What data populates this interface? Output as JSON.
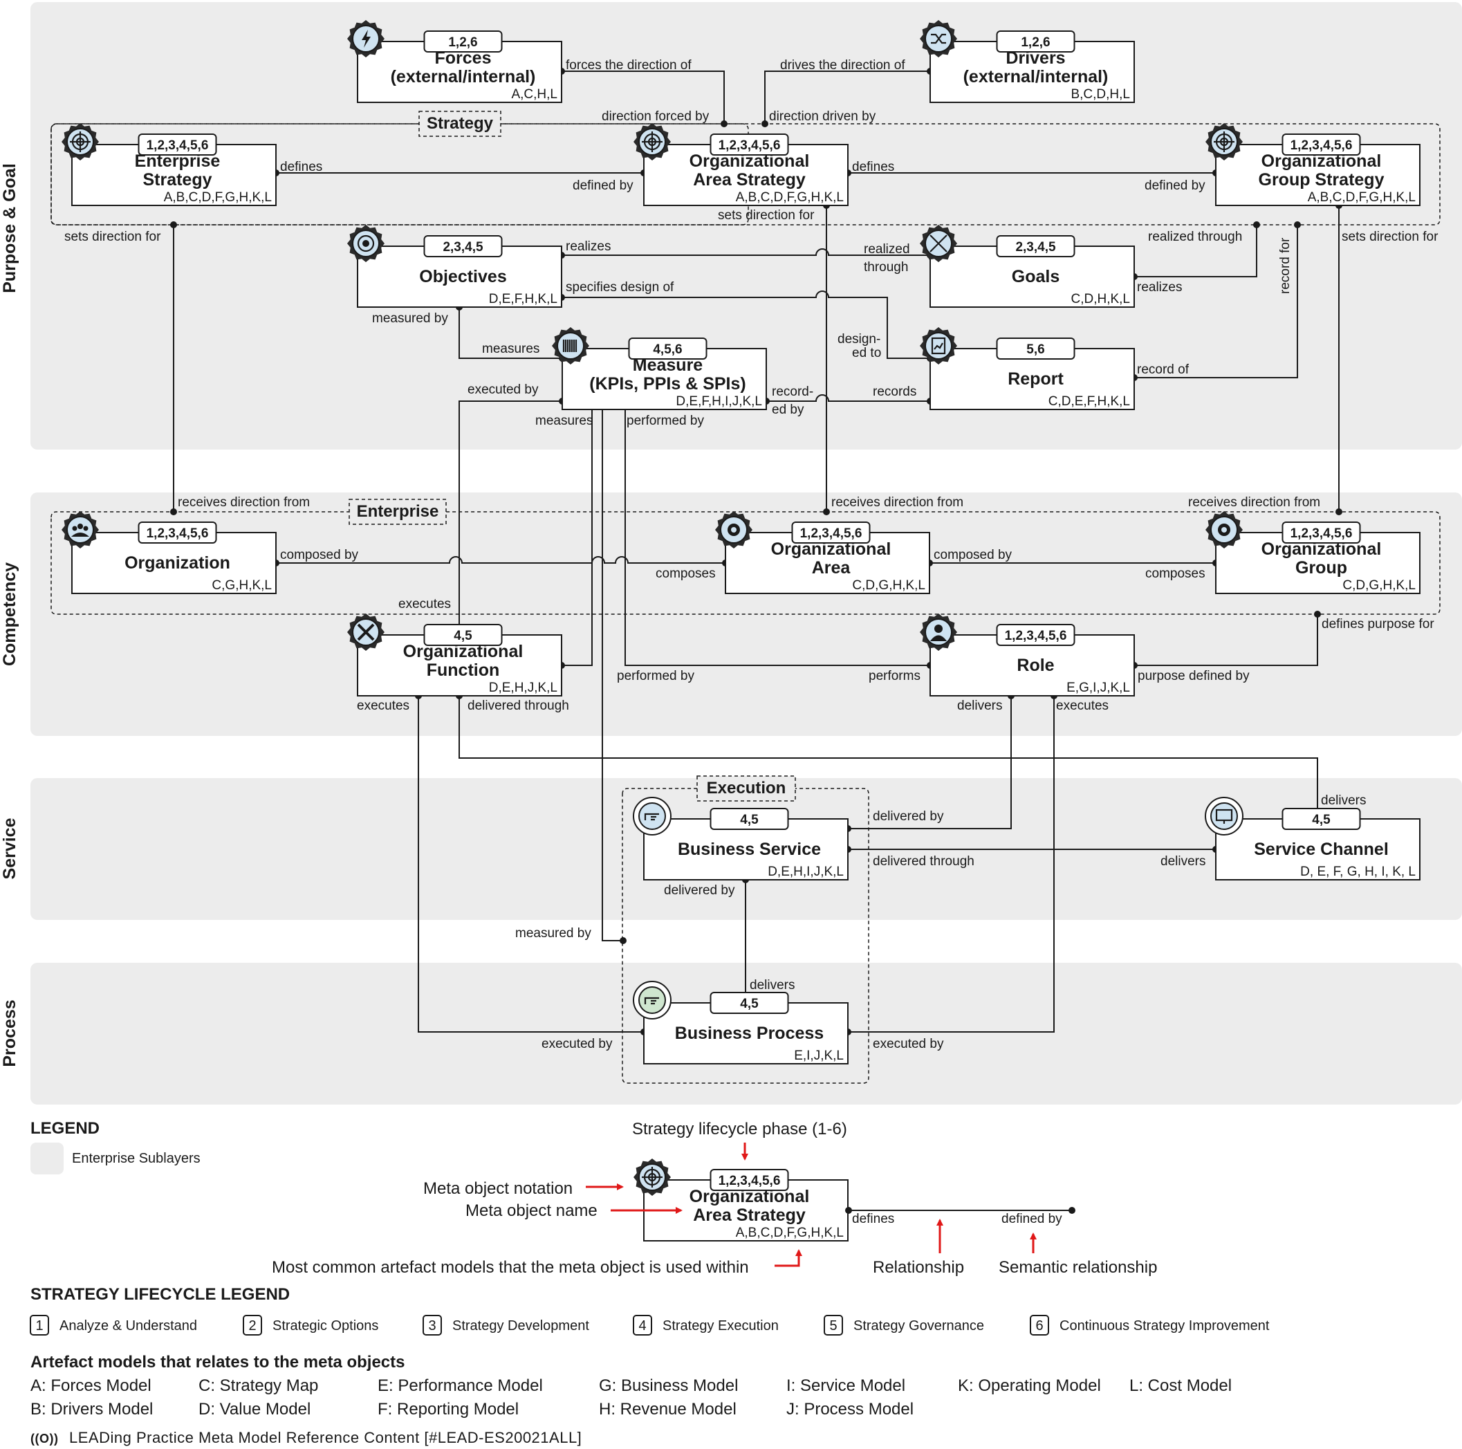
{
  "lanes": [
    {
      "id": "purpose",
      "label": "Purpose & Goal"
    },
    {
      "id": "competency",
      "label": "Competency"
    },
    {
      "id": "service",
      "label": "Service"
    },
    {
      "id": "process",
      "label": "Process"
    }
  ],
  "groups": [
    {
      "id": "strategy",
      "label": "Strategy"
    },
    {
      "id": "enterprise",
      "label": "Enterprise"
    },
    {
      "id": "execution",
      "label": "Execution"
    }
  ],
  "objects": [
    {
      "id": "forces",
      "name": [
        "Forces",
        "(external/internal)"
      ],
      "phases": "1,2,6",
      "artefacts": "A,C,H,L",
      "icon": "lightning-icon"
    },
    {
      "id": "drivers",
      "name": [
        "Drivers",
        "(external/internal)"
      ],
      "phases": "1,2,6",
      "artefacts": "B,C,D,H,L",
      "icon": "shuffle-icon"
    },
    {
      "id": "ent-strategy",
      "name": [
        "Enterprise",
        "Strategy"
      ],
      "phases": "1,2,3,4,5,6",
      "artefacts": "A,B,C,D,F,G,H,K,L",
      "icon": "target-icon"
    },
    {
      "id": "org-area-strategy",
      "name": [
        "Organizational",
        "Area Strategy"
      ],
      "phases": "1,2,3,4,5,6",
      "artefacts": "A,B,C,D,F,G,H,K,L",
      "icon": "target-icon"
    },
    {
      "id": "org-group-strategy",
      "name": [
        "Organizational",
        "Group Strategy"
      ],
      "phases": "1,2,3,4,5,6",
      "artefacts": "A,B,C,D,F,G,H,K,L",
      "icon": "target-icon"
    },
    {
      "id": "objectives",
      "name": [
        "Objectives"
      ],
      "phases": "2,3,4,5",
      "artefacts": "D,E,F,H,K,L",
      "icon": "bullseye-icon"
    },
    {
      "id": "goals",
      "name": [
        "Goals"
      ],
      "phases": "2,3,4,5",
      "artefacts": "C,D,H,K,L",
      "icon": "cross-circle-icon"
    },
    {
      "id": "measure",
      "name": [
        "Measure",
        "(KPIs, PPIs & SPIs)"
      ],
      "phases": "4,5,6",
      "artefacts": "D,E,F,H,I,J,K,L",
      "icon": "barcode-icon"
    },
    {
      "id": "report",
      "name": [
        "Report"
      ],
      "phases": "5,6",
      "artefacts": "C,D,E,F,H,K,L",
      "icon": "report-icon"
    },
    {
      "id": "organization",
      "name": [
        "Organization"
      ],
      "phases": "1,2,3,4,5,6",
      "artefacts": "C,G,H,K,L",
      "icon": "people-icon"
    },
    {
      "id": "org-area",
      "name": [
        "Organizational",
        "Area"
      ],
      "phases": "1,2,3,4,5,6",
      "artefacts": "C,D,G,H,K,L",
      "icon": "gear-icon"
    },
    {
      "id": "org-group",
      "name": [
        "Organizational",
        "Group"
      ],
      "phases": "1,2,3,4,5,6",
      "artefacts": "C,D,G,H,K,L",
      "icon": "gear-icon"
    },
    {
      "id": "org-function",
      "name": [
        "Organizational",
        "Function"
      ],
      "phases": "4,5",
      "artefacts": "D,E,H,J,K,L",
      "icon": "tools-icon"
    },
    {
      "id": "role",
      "name": [
        "Role"
      ],
      "phases": "1,2,3,4,5,6",
      "artefacts": "E,G,I,J,K,L",
      "icon": "person-icon"
    },
    {
      "id": "business-service",
      "name": [
        "Business Service"
      ],
      "phases": "4,5",
      "artefacts": "D,E,H,I,J,K,L",
      "icon": "hand-icon"
    },
    {
      "id": "service-channel",
      "name": [
        "Service Channel"
      ],
      "phases": "4,5",
      "artefacts": "D, E, F, G, H, I, K, L",
      "icon": "monitor-icon"
    },
    {
      "id": "business-process",
      "name": [
        "Business Process"
      ],
      "phases": "4,5",
      "artefacts": "E,I,J,K,L",
      "icon": "hand-icon"
    }
  ],
  "relations": {
    "forces_direction": "forces the direction of",
    "direction_forced_by": "direction forced by",
    "drives_direction": "drives the direction of",
    "direction_driven_by": "direction driven by",
    "ent_defines": "defines",
    "defined_by_1": "defined by",
    "area_defines": "defines",
    "defined_by_2": "defined by",
    "sets_direction_for_1": "sets direction for",
    "sets_direction_for_2": "sets direction for",
    "sets_direction_for_3": "sets direction for",
    "realizes_1": "realizes",
    "realized_through_a": "realized",
    "realized_through_b": "through",
    "specifies_design_of": "specifies design of",
    "realized_through_2": "realized through",
    "realizes_2": "realizes",
    "record_for": "record for",
    "measured_by_1": "measured by",
    "measures_1": "measures",
    "designed_to_a": "design-",
    "designed_to_b": "ed to",
    "executed_by_1": "executed by",
    "recorded_by_a": "record-",
    "recorded_by_b": "ed by",
    "records": "records",
    "record_of": "record of",
    "measures_2": "measures",
    "performed_by_1": "performed by",
    "receives_direction_1": "receives direction from",
    "receives_direction_2": "receives direction from",
    "receives_direction_3": "receives direction from",
    "composed_by_1": "composed by",
    "composes_1": "composes",
    "composed_by_2": "composed by",
    "composes_2": "composes",
    "executes_1": "executes",
    "defines_purpose_for": "defines purpose for",
    "performed_by_2": "performed by",
    "performs": "performs",
    "purpose_defined_by": "purpose defined by",
    "executes_2": "executes",
    "delivered_through_1": "delivered through",
    "delivers_1": "delivers",
    "executes_3": "executes",
    "delivers_2": "delivers",
    "delivered_by_1": "delivered by",
    "delivered_through_2": "delivered through",
    "delivers_3": "delivers",
    "delivered_by_2": "delivered by",
    "measured_by_2": "measured by",
    "delivers_4": "delivers",
    "executed_by_2": "executed by",
    "executed_by_3": "executed by"
  },
  "legend": {
    "title": "LEGEND",
    "sublayers": "Enterprise Sublayers",
    "phase_caption": "Strategy lifecycle phase (1-6)",
    "notation_caption": "Meta object notation",
    "name_caption": "Meta object name",
    "artefact_caption": "Most common artefact models that the meta object is used within",
    "relationship_caption": "Relationship",
    "semantic_caption": "Semantic relationship",
    "example_name": [
      "Organizational",
      "Area Strategy"
    ],
    "example_phases": "1,2,3,4,5,6",
    "example_artefacts": "A,B,C,D,F,G,H,K,L",
    "example_rel": "defines",
    "example_semantic": "defined by"
  },
  "lifecycle": {
    "title": "STRATEGY LIFECYCLE LEGEND",
    "phases": [
      {
        "num": "1",
        "label": "Analyze & Understand"
      },
      {
        "num": "2",
        "label": "Strategic Options"
      },
      {
        "num": "3",
        "label": "Strategy Development"
      },
      {
        "num": "4",
        "label": "Strategy Execution"
      },
      {
        "num": "5",
        "label": "Strategy Governance"
      },
      {
        "num": "6",
        "label": "Continuous Strategy Improvement"
      }
    ]
  },
  "artefacts": {
    "title": "Artefact models that relates to the meta objects",
    "items": [
      "A: Forces Model",
      "B: Drivers Model",
      "C: Strategy Map",
      "D: Value Model",
      "E: Performance Model",
      "F: Reporting Model",
      "G: Business Model",
      "H: Revenue Model",
      "I: Service Model",
      "J: Process Model",
      "K: Operating Model",
      "L: Cost Model"
    ]
  },
  "footer": {
    "logo": "((O))",
    "text": "LEADing Practice Meta Model Reference Content [#LEAD-ES20021ALL]"
  },
  "colors": {
    "lane": "#ececec",
    "line": "#1a1a1a",
    "icon_fill": "#cfe3f1",
    "icon_fill_process": "#cfe6cf",
    "arrow": "#e01818"
  }
}
